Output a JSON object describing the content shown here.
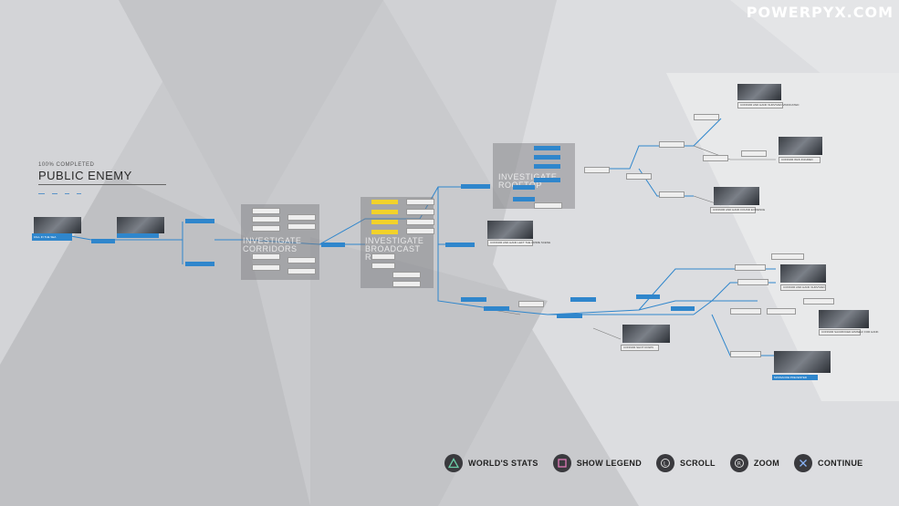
{
  "watermark": "POWERPYX.COM",
  "chapter": {
    "completion": "100% COMPLETED",
    "title": "PUBLIC ENEMY"
  },
  "sections": {
    "corridors": "INVESTIGATE CORRIDORS",
    "broadcast": "INVESTIGATE BROADCAST ROOM",
    "rooftop": "INVESTIGATE ROOFTOP"
  },
  "outcomes": {
    "start": "FALL IN THE SEA",
    "connor_lost": "CONNOR AND HANK LEFT THE CRIME SCENE",
    "connor_shot": "CONNOR SHOT DOWN",
    "hank_survived": "CONNOR AND HANK SURVIVED VINDICATED",
    "connor_and_hank_survived": "CONNOR AND HANK SURVIVED",
    "connor_injured": "CONNOR WAS INJURED",
    "connor_found": "CONNOR AND HANK FOUND EVIDENCE",
    "connor_sacrificed": "CONNOR SACRIFICED HIMSELF FOR HANK",
    "massacre": "MASSACRE PREVENTED"
  },
  "controls": [
    {
      "label": "WORLD'S STATS",
      "icon": "triangle-icon"
    },
    {
      "label": "SHOW LEGEND",
      "icon": "square-icon"
    },
    {
      "label": "SCROLL",
      "icon": "l-stick-icon"
    },
    {
      "label": "ZOOM",
      "icon": "r-stick-icon"
    },
    {
      "label": "CONTINUE",
      "icon": "cross-icon"
    }
  ]
}
